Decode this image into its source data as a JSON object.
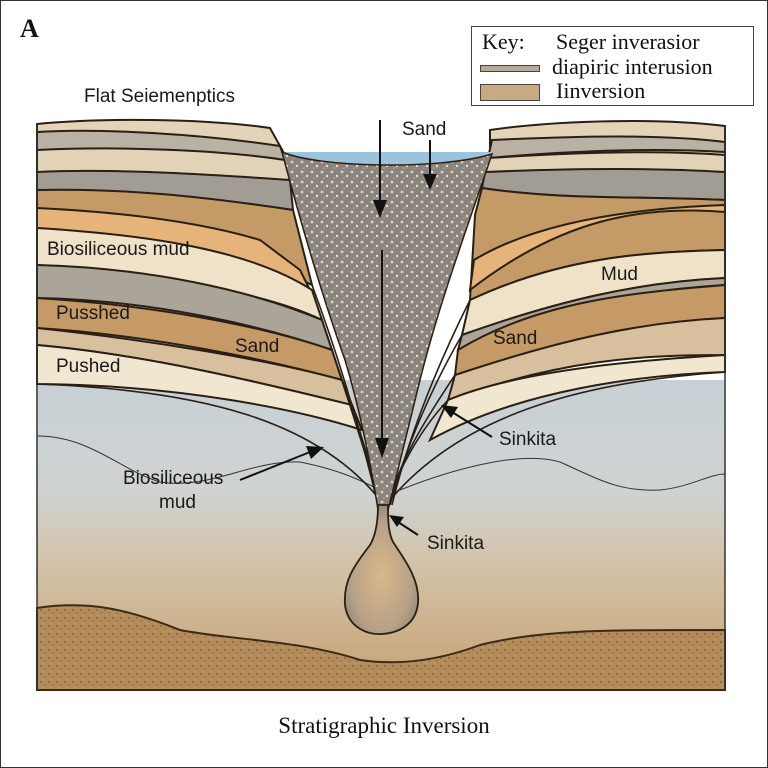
{
  "figure": {
    "panel_letter": "A",
    "subtitle": "Flat Seiemenptics",
    "caption": "Stratigraphic Inversion"
  },
  "key": {
    "title": "Key:",
    "items": [
      {
        "label": "Seger inverasior",
        "swatch": "none"
      },
      {
        "label": "diapiric interusion",
        "swatch": "line",
        "color": "#b7aa98"
      },
      {
        "label": "Iinversion",
        "swatch": "fill",
        "color": "#c9a97f"
      }
    ]
  },
  "labels": {
    "sand_top": "Sand",
    "biosiliceous_mud_left": "Biosiliceous mud",
    "pusshed": "Pusshed",
    "pushed": "Pushed",
    "sand_left": "Sand",
    "mud_right": "Mud",
    "sand_right": "Sand",
    "sinkita_right": "Sinkita",
    "biosiliceous_mud_lower_line1": "Biosiliceous",
    "biosiliceous_mud_lower_line2": "mud",
    "sinkita_blob": "Sinkita"
  },
  "colors": {
    "cream": "#efe2c8",
    "light_tan": "#dccbb0",
    "gray": "#a8a196",
    "brown": "#c59a66",
    "orange": "#e3b278",
    "sandy": "#d6bc98",
    "pale": "#f1e6cf",
    "water": "#9cc3dd",
    "conduit": "#8a847c",
    "basin_top": "#c9d0d4",
    "basin_bottom": "#c9a575",
    "base_sand": "#b08858"
  }
}
